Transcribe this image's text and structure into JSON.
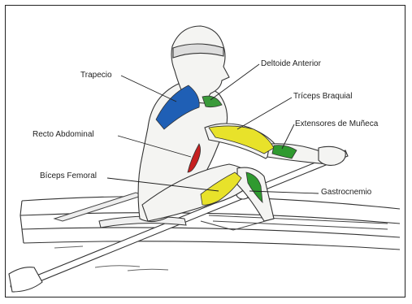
{
  "labels": {
    "trapecio": "Trapecio",
    "deltoide": "Deltoide Anterior",
    "triceps": "Tríceps Braquial",
    "extensores": "Extensores de Muñeca",
    "recto": "Recto Abdominal",
    "biceps": "Bíceps Femoral",
    "gastrocnemio": "Gastrocnemio"
  },
  "colors": {
    "trapecio": "#1f5fb5",
    "deltoide": "#3a9a3a",
    "triceps": "#e8e22a",
    "extensores": "#2f9a2f",
    "recto": "#c62020",
    "biceps": "#e8e22a",
    "gastrocnemio": "#2f9a2f"
  }
}
